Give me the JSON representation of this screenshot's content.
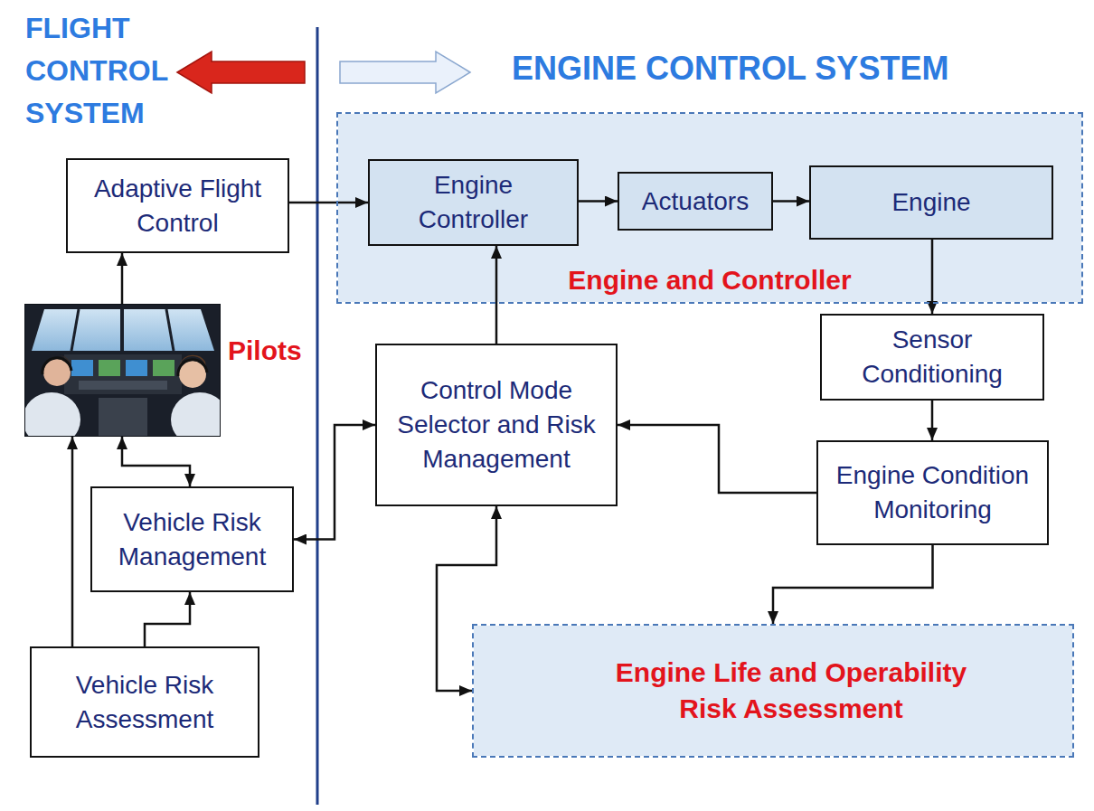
{
  "diagram": {
    "nodes": [
      {
        "text": [
          "Adaptive Flight Control"
        ]
      },
      {
        "text": [
          "Engine and Controller"
        ]
      },
      {
        "text": [
          "Engine Controller"
        ],
        "in": 1
      },
      {
        "text": [
          "Actuators"
        ],
        "in": 1
      },
      {
        "text": [
          "Engine"
        ],
        "in": 1
      },
      {
        "text": [
          "Pilots"
        ]
      },
      {
        "text": [
          "Sensor Conditioning"
        ]
      },
      {
        "text": [
          "Control Mode Selector and Risk Management"
        ]
      },
      {
        "text": [
          "Engine Condition Monitoring"
        ]
      },
      {
        "text": [
          "Vehicle Risk Management"
        ]
      },
      {
        "text": [
          "Vehicle Risk Assessment"
        ]
      },
      {
        "text": [
          "Engine Life and Operability Risk Assessment"
        ]
      }
    ],
    "edges": [
      {
        "from": 0,
        "to": 2,
        "arrow": "to"
      },
      {
        "from": 2,
        "to": 3,
        "arrow": "to"
      },
      {
        "from": 3,
        "to": 4,
        "arrow": "to"
      },
      {
        "from": 4,
        "to": 6,
        "arrow": "to"
      },
      {
        "from": 6,
        "to": 8,
        "arrow": "to"
      },
      {
        "from": 8,
        "to": 7,
        "arrow": "to"
      },
      {
        "from": 8,
        "to": 11,
        "arrow": "to"
      },
      {
        "from": 7,
        "to": 2,
        "arrow": "to"
      },
      {
        "from": 7,
        "to": 11,
        "arrow": "both"
      },
      {
        "from": 7,
        "to": 9,
        "arrow": "both"
      },
      {
        "from": 5,
        "to": 0,
        "arrow": "to"
      },
      {
        "from": 5,
        "to": 9,
        "arrow": "both"
      },
      {
        "from": 10,
        "to": 5,
        "arrow": "to"
      },
      {
        "from": 10,
        "to": 9,
        "arrow": "to"
      }
    ],
    "labels": [
      "FLIGHT CONTROL SYSTEM",
      "ENGINE CONTROL SYSTEM"
    ]
  }
}
